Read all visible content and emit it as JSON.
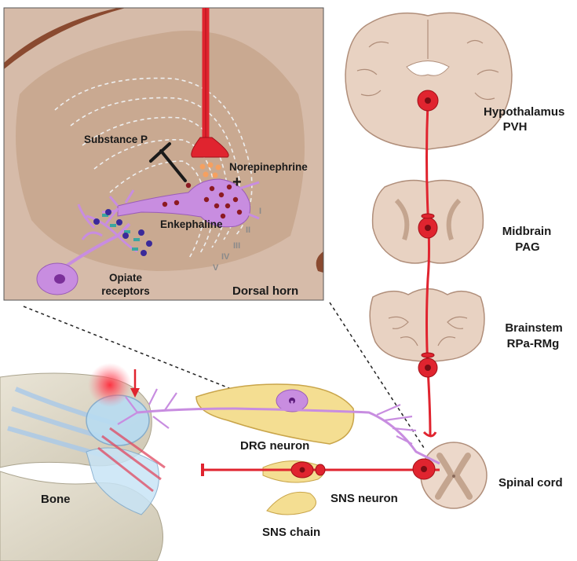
{
  "labels": {
    "hypothalamus": "Hypothalamus",
    "pvh": "PVH",
    "midbrain": "Midbrain",
    "pag": "PAG",
    "brainstem": "Brainstem",
    "rpa_rmg": "RPa-RMg",
    "spinal_cord": "Spinal cord",
    "dorsal_horn": "Dorsal horn",
    "substance_p": "Substance P",
    "norepinephrine": "Norepinephrine",
    "enkephaline": "Enkephaline",
    "opiate_receptors_line1": "Opiate",
    "opiate_receptors_line2": "receptors",
    "drg_neuron": "DRG neuron",
    "sns_neuron": "SNS neuron",
    "sns_chain": "SNS chain",
    "bone": "Bone"
  },
  "laminae": [
    "I",
    "II",
    "III",
    "IV",
    "V"
  ],
  "symbols": {
    "excitation": "+"
  },
  "colors": {
    "tissue_bg": "#d4b8a6",
    "tissue_inner": "#c4a58f",
    "neuron_red": "#e0242f",
    "neuron_purple": "#c88de0",
    "drg_yellow": "#f4de92",
    "brain": "#e8d2c2",
    "brain_outline": "#b08e7a"
  }
}
